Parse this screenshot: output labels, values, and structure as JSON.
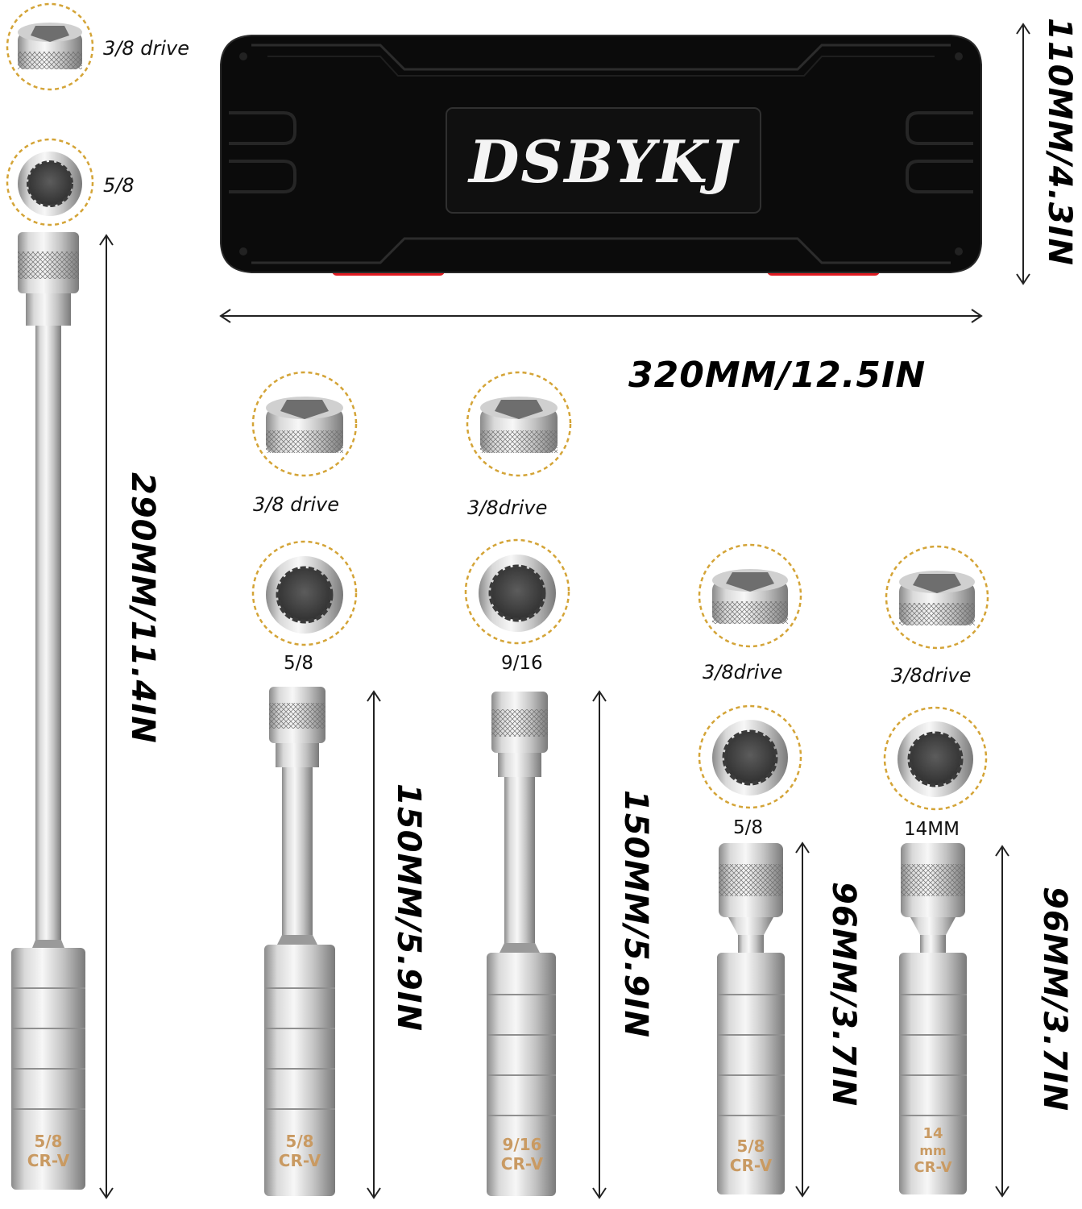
{
  "brand": "DSBYKJ",
  "case": {
    "width_label": "320MM/12.5IN",
    "height_label": "110MM/4.3IN"
  },
  "sockets": [
    {
      "id": "long",
      "drive_label": "3/8 drive",
      "size_label": "5/8",
      "length_label": "290MM/11.4IN",
      "engraving": [
        "5/8",
        "CR-V"
      ]
    },
    {
      "id": "medium-1",
      "drive_label": "3/8 drive",
      "size_label": "5/8",
      "length_label": "150MM/5.9IN",
      "engraving": [
        "5/8",
        "CR-V"
      ]
    },
    {
      "id": "medium-2",
      "drive_label": "3/8drive",
      "size_label": "9/16",
      "length_label": "150MM/5.9IN",
      "engraving": [
        "9/16",
        "CR-V"
      ]
    },
    {
      "id": "short-1",
      "drive_label": "3/8drive",
      "size_label": "5/8",
      "length_label": "96MM/3.7IN",
      "engraving": [
        "5/8",
        "CR-V"
      ]
    },
    {
      "id": "short-2",
      "drive_label": "3/8drive",
      "size_label": "14MM",
      "length_label": "96MM/3.7IN",
      "engraving": [
        "14",
        "mm",
        "CR-V"
      ]
    }
  ],
  "colors": {
    "case_body": "#0b0b0b",
    "case_accent": "#e01b22",
    "metal_light": "#e6e6e6",
    "metal_mid": "#b9b9b9",
    "metal_dark": "#7c7c7c",
    "circle_border": "#d4a437",
    "engraving": "#c99a62"
  },
  "icons": {
    "dimension_arrow": "double-headed-arrow",
    "drive_end": "square-drive-socket-end",
    "hex_end": "twelve-point-socket-end"
  }
}
